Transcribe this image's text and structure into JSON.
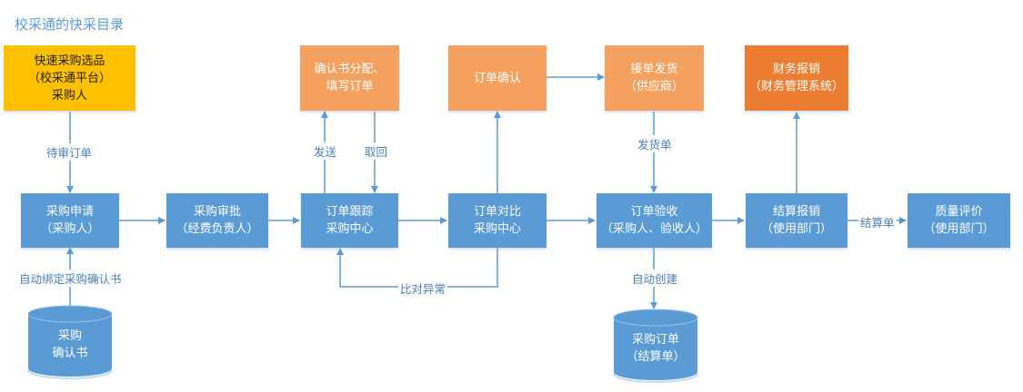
{
  "title": "校采通的快采目录",
  "colors": {
    "process": "#5b9bd5",
    "external": "#f4a15f",
    "finance": "#ed7d31",
    "start": "#ffc000",
    "line": "#5b9bd5"
  },
  "nodes": {
    "quick_select": "快速采购选品\n（校采通平台）\n采购人",
    "purchase_request": "采购申请\n（采购人）",
    "purchase_approval": "采购审批\n（经费负责人）",
    "order_tracking": "订单跟踪\n采购中心",
    "order_compare": "订单对比\n采购中心",
    "order_acceptance": "订单验收\n（采购人、验收人）",
    "settlement": "结算报销\n（使用部门）",
    "quality_eval": "质量评价\n（使用部门）",
    "confirm_assign": "确认书分配、\n填写订单",
    "order_confirm": "订单确认",
    "ship_order": "接单发货\n（供应商）",
    "finance_reimburse": "财务报销\n（财务管理系统）",
    "db_confirmation": "采购\n确认书",
    "db_purchase_order": "采购订单\n（结算单）"
  },
  "edge_labels": {
    "pending_order": "待审订单",
    "auto_bind": "自动绑定采购确认书",
    "send": "发送",
    "retrieve": "取回",
    "compare_exception": "比对异常",
    "delivery_note": "发货单",
    "auto_create": "自动创建",
    "settlement_slip": "结算单"
  }
}
